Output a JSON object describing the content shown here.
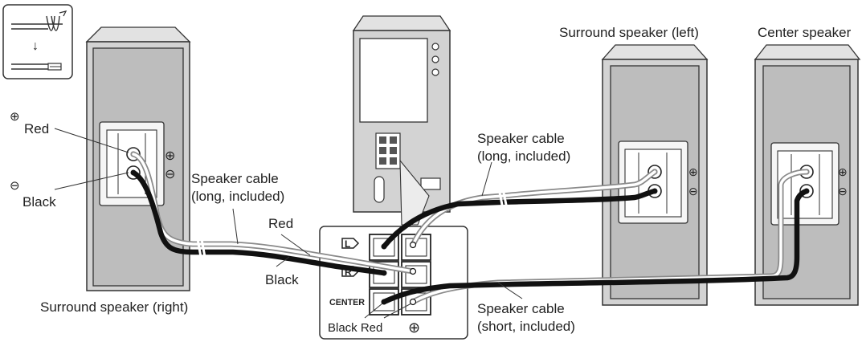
{
  "labels": {
    "surround_left": "Surround speaker (left)",
    "center_speaker": "Center speaker",
    "red_top": "Red",
    "black_left": "Black",
    "cable_long_left_1": "Speaker cable",
    "cable_long_left_2": "(long, included)",
    "red_mid": "Red",
    "black_mid": "Black",
    "surround_right": "Surround speaker (right)",
    "cable_long_right_1": "Speaker cable",
    "cable_long_right_2": "(long, included)",
    "cable_short_1": "Speaker cable",
    "cable_short_2": "(short, included)",
    "black_red": "Black Red",
    "term_l": "L",
    "term_r": "R",
    "term_center": "CENTER"
  },
  "symbols": {
    "plus": "⊕",
    "minus": "⊖",
    "arrow_down": "↓"
  },
  "colors": {
    "line": "#222222",
    "speaker_body": "#d3d3d3",
    "black_cable": "#111111",
    "red_cable": "#8a8a8a"
  }
}
